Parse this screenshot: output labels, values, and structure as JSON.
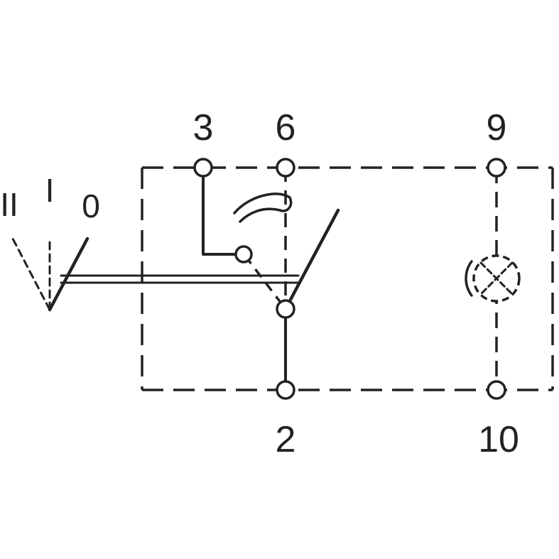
{
  "terminals": {
    "t3": "3",
    "t6": "6",
    "t9": "9",
    "t2": "2",
    "t10": "10"
  },
  "positions": {
    "p2": "II",
    "p1": "I",
    "p0": "0"
  },
  "icons": {
    "lamp": "lamp-icon",
    "lever": "switch-lever-icon"
  }
}
